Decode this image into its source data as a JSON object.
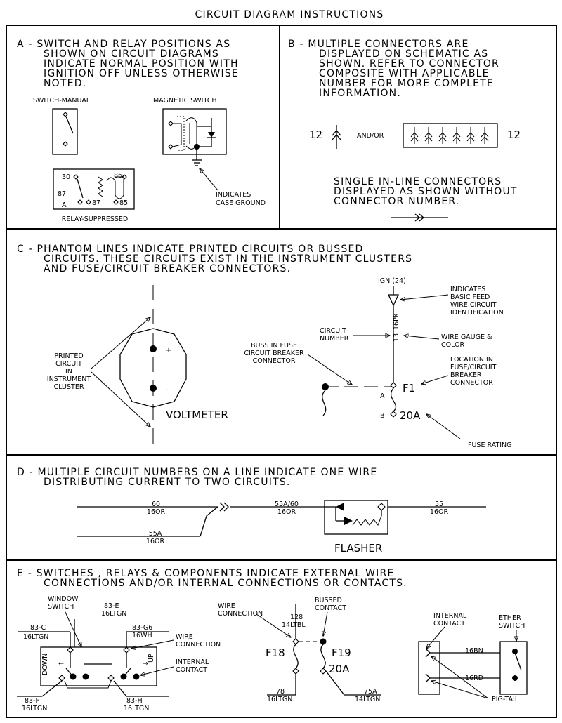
{
  "title": "CIRCUIT DIAGRAM INSTRUCTIONS",
  "sectionA": {
    "lines": [
      "A - SWITCH AND RELAY POSITIONS AS",
      "SHOWN ON CIRCUIT DIAGRAMS",
      "INDICATE NORMAL POSITION WITH",
      "IGNITION OFF UNLESS OTHERWISE",
      "NOTED."
    ],
    "switch_manual": "SWITCH-MANUAL",
    "magnetic_switch": "MAGNETIC SWITCH",
    "indicates": "INDICATES",
    "case_ground": "CASE GROUND",
    "relay_suppressed": "RELAY-SUPPRESSED",
    "pins": {
      "p30": "30",
      "p86": "86",
      "p87": "87",
      "pA": "A",
      "p87b": "87",
      "p85": "85"
    }
  },
  "sectionB": {
    "lines": [
      "B - MULTIPLE CONNECTORS ARE",
      "DISPLAYED ON SCHEMATIC AS",
      "SHOWN.  REFER TO CONNECTOR",
      "COMPOSITE WITH APPLICABLE",
      "NUMBER FOR MORE COMPLETE",
      "INFORMATION."
    ],
    "num_left": "12",
    "andor": "AND/OR",
    "num_right": "12",
    "single_lines": [
      "SINGLE IN-LINE CONNECTORS",
      "DISPLAYED AS SHOWN WITHOUT",
      "CONNECTOR NUMBER."
    ]
  },
  "sectionC": {
    "lines": [
      "C - PHANTOM LINES INDICATE PRINTED CIRCUITS OR BUSSED",
      "CIRCUITS.  THESE CIRCUITS EXIST IN THE INSTRUMENT CLUSTERS",
      "AND FUSE/CIRCUIT BREAKER CONNECTORS."
    ],
    "printed_circuit": [
      "PRINTED",
      "CIRCUIT",
      "IN",
      "INSTRUMENT",
      "CLUSTER"
    ],
    "plus": "+",
    "minus": "–",
    "voltmeter": "VOLTMETER",
    "buss": [
      "BUSS IN FUSE",
      "CIRCUIT BREAKER",
      "CONNECTOR"
    ],
    "ign": "IGN (24)",
    "indicates_feed": [
      "INDICATES",
      "BASIC FEED",
      "WIRE CIRCUIT",
      "IDENTIFICATION"
    ],
    "circuit_number": [
      "CIRCUIT",
      "NUMBER"
    ],
    "wire_number": "13",
    "wire_gauge_code": "16PK",
    "wire_gauge": [
      "WIRE GAUGE &",
      "COLOR"
    ],
    "location": [
      "LOCATION IN",
      "FUSE/CIRCUIT",
      "BREAKER",
      "CONNECTOR"
    ],
    "fuse_id": "F1",
    "pin_a": "A",
    "pin_b": "B",
    "fuse_amps": "20A",
    "fuse_rating": "FUSE RATING"
  },
  "sectionD": {
    "lines": [
      "D - MULTIPLE CIRCUIT NUMBERS ON A LINE INDICATE ONE WIRE",
      "DISTRIBUTING CURRENT TO TWO CIRCUITS."
    ],
    "w60": "60",
    "w60g": "16OR",
    "w55a": "55A",
    "w55ag": "16OR",
    "w5560": "55A/60",
    "w5560g": "16OR",
    "w55": "55",
    "w55g": "16OR",
    "flasher": "FLASHER"
  },
  "sectionE": {
    "lines": [
      "E - SWITCHES , RELAYS & COMPONENTS INDICATE EXTERNAL WIRE",
      "CONNECTIONS AND/OR INTERNAL CONNECTIONS OR CONTACTS."
    ],
    "window_switch": [
      "WINDOW",
      "SWITCH"
    ],
    "w83e": "83-E",
    "w83eg": "16LTGN",
    "w83c": "83-C",
    "w83cg": "16LTGN",
    "w83g6": "83-G6",
    "w83g6g": "16WH",
    "wire_connection": [
      "WIRE",
      "CONNECTION"
    ],
    "internal_contact": [
      "INTERNAL",
      "CONTACT"
    ],
    "down": "DOWN",
    "up": "UP",
    "w83f": "83-F",
    "w83fg": "16LTGN",
    "w83h": "83-H",
    "w83hg": "16LTGN",
    "wire_connection2": [
      "WIRE",
      "CONNECTION"
    ],
    "bussed_contact": [
      "BUSSED",
      "CONTACT"
    ],
    "w128": "128",
    "w128g": "14LTBL",
    "f18": "F18",
    "f19": "F19",
    "amps": "20A",
    "w78": "78",
    "w78g": "16LTGN",
    "w75a": "75A",
    "w75ag": "14LTGN",
    "internal_contact2": [
      "INTERNAL",
      "CONTACT"
    ],
    "ether_switch": [
      "ETHER",
      "SWITCH"
    ],
    "w16bn": "16BN",
    "w16rd": "16RD",
    "pig_tail": "PIG-TAIL"
  }
}
